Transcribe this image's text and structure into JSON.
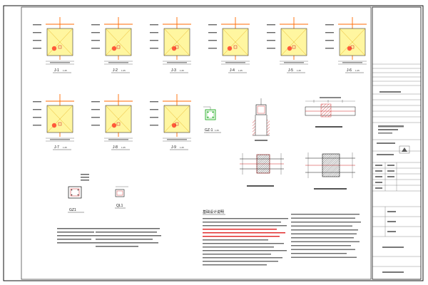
{
  "drawing": {
    "sections_row1": [
      {
        "id": "sec-1",
        "label": "J-1",
        "scale": "1:25"
      },
      {
        "id": "sec-2",
        "label": "J-2",
        "scale": "1:25"
      },
      {
        "id": "sec-3",
        "label": "J-3",
        "scale": "1:25"
      },
      {
        "id": "sec-4",
        "label": "J-4",
        "scale": "1:25"
      },
      {
        "id": "sec-5",
        "label": "J-5",
        "scale": "1:25"
      },
      {
        "id": "sec-6",
        "label": "J-6",
        "scale": "1:25"
      }
    ],
    "sections_row2": [
      {
        "id": "sec-7",
        "label": "J-7",
        "scale": "1:25"
      },
      {
        "id": "sec-8",
        "label": "J-8",
        "scale": "1:25"
      },
      {
        "id": "sec-9",
        "label": "J-9",
        "scale": "1:25"
      }
    ],
    "small_details": {
      "gz1": "GZ-1",
      "gz1_scale": "1:25",
      "gz_box": "GZ1",
      "ql": "QL1"
    },
    "notes_title": "基础设计说明",
    "colors": {
      "line": "#1a1a1a",
      "hatch": "#e02020",
      "highlight": "#ffe000",
      "green": "#00a000",
      "orange": "#ff6a00"
    }
  }
}
